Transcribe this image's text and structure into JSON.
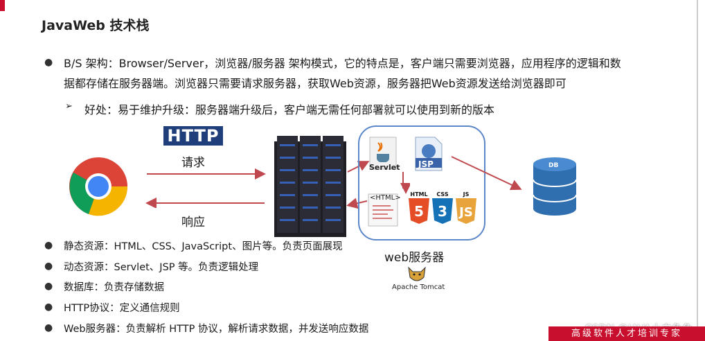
{
  "title": "JavaWeb 技术栈",
  "bs_line1": "B/S 架构：Browser/Server，浏览器/服务器 架构模式，它的特点是，客户端只需要浏览器，应用程序的逻辑和数",
  "bs_line2": "据都存储在服务器端。浏览器只需要请求服务器，获取Web资源，服务器把Web资源发送给浏览器即可",
  "advantage": "好处：易于维护升级：服务器端升级后，客户端无需任何部署就可以使用到新的版本",
  "diagram": {
    "http_logo": "HTTP",
    "request_label": "请求",
    "response_label": "响应",
    "servlet_label": "Servlet",
    "jsp_label": "JSP",
    "html_label": "<HTML>",
    "html5_label": "HTML",
    "css3_label": "CSS",
    "js_label": "JS",
    "db_label": "DB",
    "web_server_label": "web服务器",
    "tomcat_label": "Apache Tomcat"
  },
  "bullets": [
    "静态资源：HTML、CSS、JavaScript、图片等。负责页面展现",
    "动态资源：Servlet、JSP 等。负责逻辑处理",
    "数据库：负责存储数据",
    "HTTP协议：定义通信规则",
    "Web服务器：负责解析 HTTP 协议，解析请求数据，并发送响应数据"
  ],
  "watermark": "CSDN @JAVA小白兔兔",
  "banner": "高级软件人才培训专家",
  "colors": {
    "accent_red": "#c8102e",
    "arrow": "#c0494f",
    "box_border": "#5b86c7",
    "db_blue": "#2f6fb0"
  }
}
